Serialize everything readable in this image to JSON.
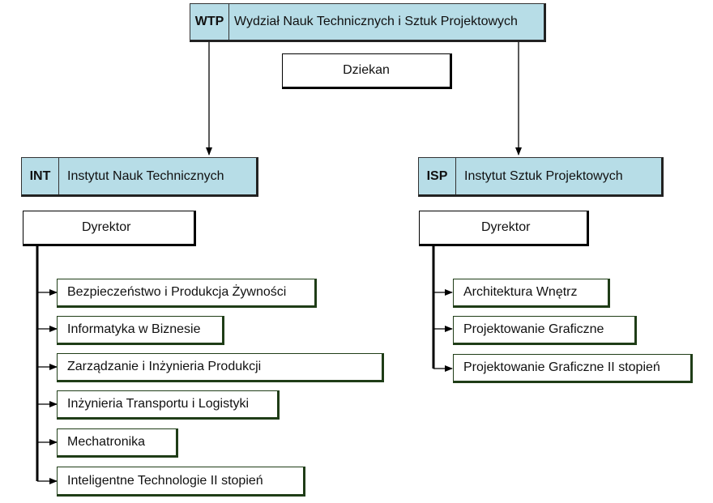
{
  "faculty": {
    "code": "WTP",
    "name": "Wydział Nauk Technicznych i Sztuk Projektowych"
  },
  "dean": {
    "label": "Dziekan"
  },
  "institutes": [
    {
      "code": "INT",
      "name": "Instytut Nauk Technicznych",
      "head": "Dyrektor",
      "programs": [
        "Bezpieczeństwo i Produkcja Żywności",
        "Informatyka w Biznesie",
        "Zarządzanie i Inżynieria Produkcji",
        "Inżynieria Transportu i Logistyki",
        "Mechatronika",
        "Inteligentne Technologie II stopień"
      ]
    },
    {
      "code": "ISP",
      "name": "Instytut Sztuk Projektowych",
      "head": "Dyrektor",
      "programs": [
        "Architektura Wnętrz",
        "Projektowanie Graficzne",
        "Projektowanie Graficzne II stopień"
      ]
    }
  ],
  "colors": {
    "unit_fill": "#b7dde7",
    "program_border": "#1f3d17",
    "line": "#000000"
  }
}
